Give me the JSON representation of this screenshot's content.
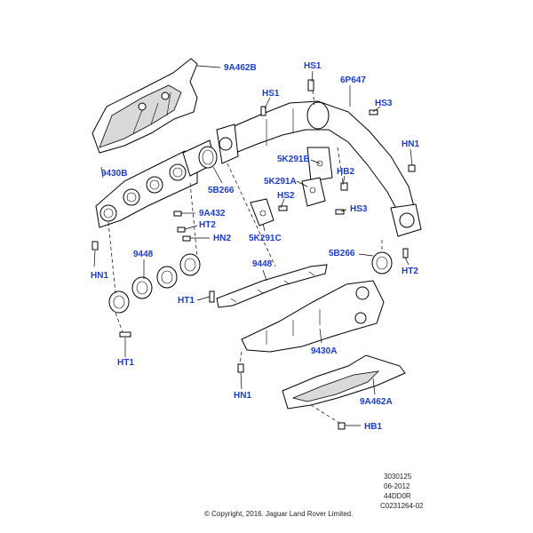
{
  "diagram": {
    "callouts": {
      "9A462B": "9A462B",
      "HS1_top": "HS1",
      "6P647": "6P647",
      "HS1_left": "HS1",
      "HS3_top": "HS3",
      "HN1_right": "HN1",
      "5K291B": "5K291B",
      "HB2": "HB2",
      "9430B": "9430B",
      "5K291A": "5K291A",
      "5B266_left": "5B266",
      "HS2": "HS2",
      "HS3_mid": "HS3",
      "9A432": "9A432",
      "HT2_left": "HT2",
      "HN2": "HN2",
      "5K291C": "5K291C",
      "9448_left": "9448",
      "5B266_right": "5B266",
      "HN1_left": "HN1",
      "9448_mid": "9448",
      "HT2_right": "HT2",
      "HT1_mid": "HT1",
      "9430A": "9430A",
      "HT1_bottom": "HT1",
      "HN1_bottom": "HN1",
      "9A462A": "9A462A",
      "HB1": "HB1"
    },
    "meta": {
      "line1": "3030125",
      "line2": "06-2012",
      "line3": "44DD0R",
      "line4": "C0231264-02"
    },
    "copyright": "© Copyright, 2016. Jaguar Land Rover Limited."
  }
}
